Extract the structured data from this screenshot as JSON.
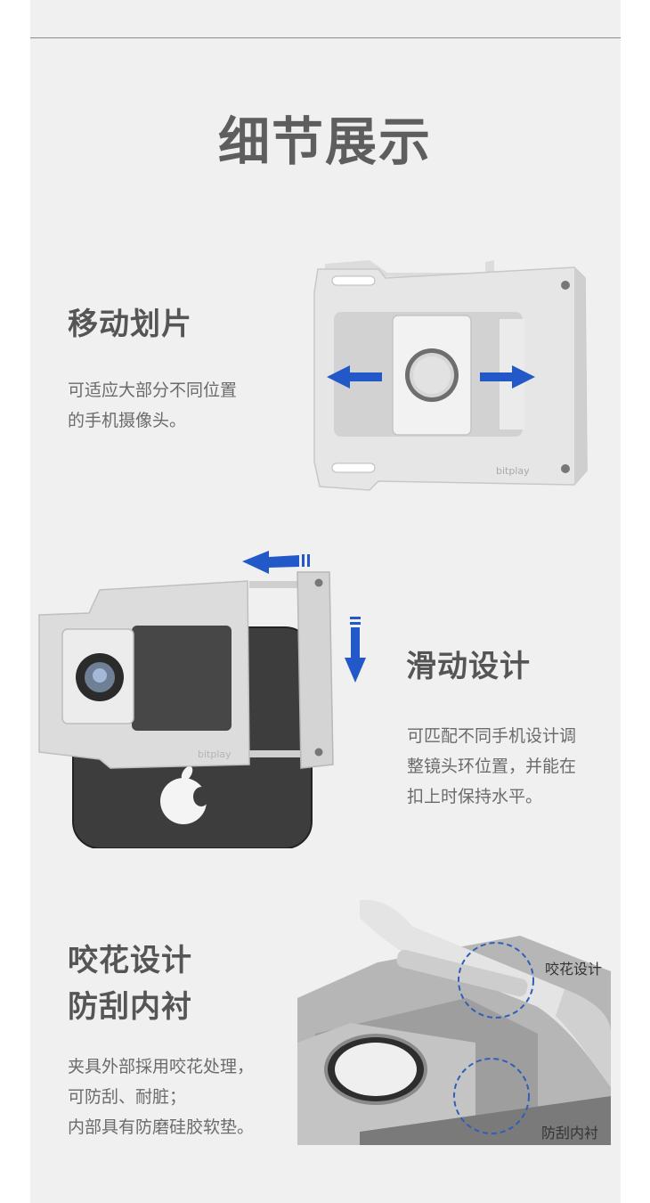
{
  "page_title": "细节展示",
  "sections": [
    {
      "title": "移动划片",
      "desc": [
        "可适应大部分不同位置",
        "的手机摄像头。"
      ]
    },
    {
      "title": "滑动设计",
      "desc": [
        "可匹配不同手机设计调",
        "整镜头环位置，并能在",
        "扣上时保持水平。"
      ]
    },
    {
      "title_lines": [
        "咬花设计",
        "防刮内衬"
      ],
      "desc": [
        "夹具外部採用咬花处理，",
        "可防刮、耐脏；",
        "内部具有防磨硅胶软垫。"
      ],
      "callouts": [
        "咬花设计",
        "防刮内衬"
      ]
    }
  ],
  "brand_mark": "bitplay",
  "colors": {
    "accent_arrow": "#2358c8",
    "title": "#5e5e5e",
    "text": "#6b6b6b",
    "panel": "#f0f0f0"
  },
  "icons": [
    "arrow-left-icon",
    "arrow-right-icon",
    "arrow-down-icon",
    "apple-logo-icon"
  ]
}
